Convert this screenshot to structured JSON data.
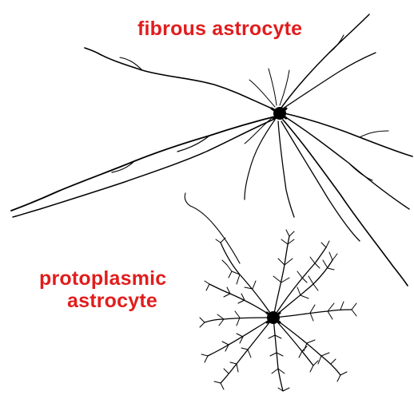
{
  "labels": {
    "fibrous": "fibrous astrocyte",
    "protoplasmic_line1": "protoplasmic",
    "protoplasmic_line2": "astrocyte"
  },
  "colors": {
    "label": "#e11d1d",
    "cell": "#000000",
    "background": "#ffffff"
  }
}
